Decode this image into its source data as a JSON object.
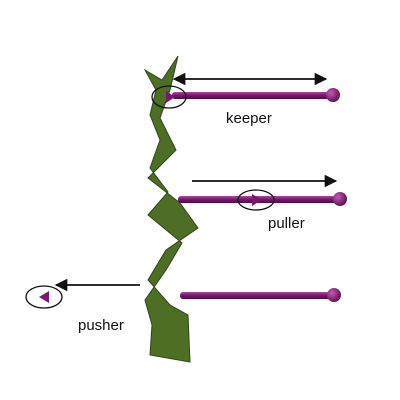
{
  "labels": {
    "keeper": "keeper",
    "puller": "puller",
    "pusher": "pusher"
  },
  "colors": {
    "filament": "#4e6e26",
    "filament_stroke": "#2f4716",
    "motor_rod": "#7c176c",
    "motor_rod_highlight": "#b04aa0",
    "arrow": "#111111",
    "outline": "#111111"
  },
  "icons": {
    "filament": "zigzag-filament-shape",
    "rod": "motor-rod-with-ball-head",
    "direction_marker": "triangle-marker-in-ellipse"
  }
}
